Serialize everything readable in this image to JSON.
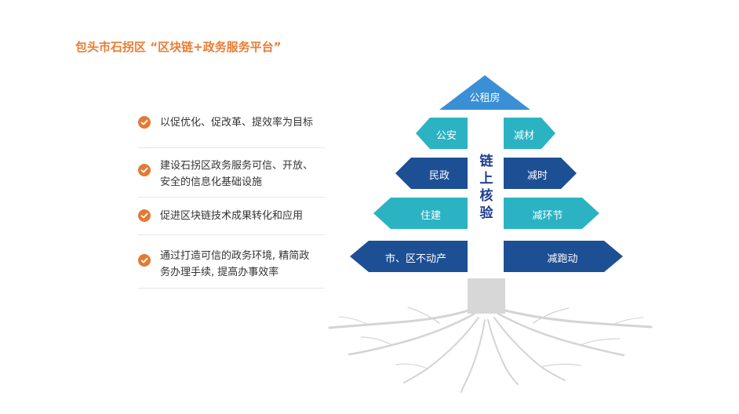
{
  "title": "包头市石拐区 “区块链+政务服务平台”",
  "bullets": [
    {
      "lines": [
        "以促优化、促改革、提效率为目标"
      ]
    },
    {
      "lines": [
        "建设石拐区政务服务可信、开放、",
        "安全的信息化基础设施"
      ]
    },
    {
      "lines": [
        "促进区块链技术成果转化和应用"
      ]
    },
    {
      "lines": [
        "通过打造可信的政务环境, 精简政",
        "务办理手续, 提高办事效率"
      ]
    }
  ],
  "tree": {
    "top": "公租房",
    "left": [
      "公安",
      "民政",
      "住建",
      "市、区不动产"
    ],
    "right": [
      "减材",
      "减时",
      "减环节",
      "减跑动"
    ],
    "center": [
      "链",
      "上",
      "核",
      "验"
    ]
  },
  "colors": {
    "title": "#ea7c33",
    "check": "#e37a33",
    "top_block": "#3a8fd6",
    "cyan": "#2bb3c4",
    "navy": "#1d4f95",
    "center_text": "#1f3e8f",
    "roots": "#d4d4d4"
  }
}
